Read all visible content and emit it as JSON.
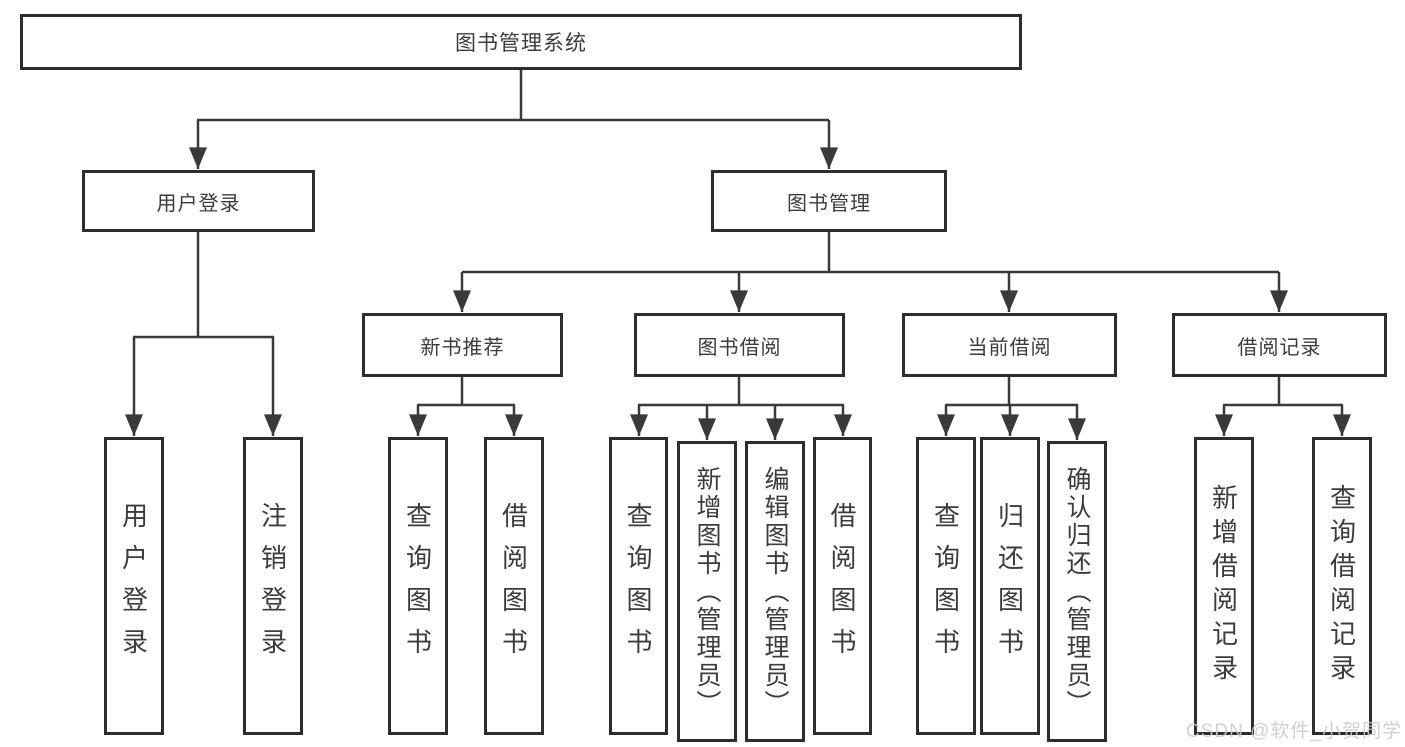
{
  "colors": {
    "line": "#3a3a3a",
    "border": "#2d2d2d",
    "text": "#3c3c3c",
    "watermark": "rgba(203,203,203,0.88)"
  },
  "watermark": "CSDN @软件_小贺同学",
  "tree": {
    "root": {
      "label": "图书管理系统"
    },
    "branches": [
      {
        "label": "用户登录",
        "leaves": [
          {
            "label": "用户登录"
          },
          {
            "label": "注销登录"
          }
        ]
      },
      {
        "label": "图书管理",
        "groups": [
          {
            "label": "新书推荐",
            "leaves": [
              {
                "label": "查询图书"
              },
              {
                "label": "借阅图书"
              }
            ]
          },
          {
            "label": "图书借阅",
            "leaves": [
              {
                "label": "查询图书"
              },
              {
                "label": "新增图书（管理员）"
              },
              {
                "label": "编辑图书（管理员）"
              },
              {
                "label": "借阅图书"
              }
            ]
          },
          {
            "label": "当前借阅",
            "leaves": [
              {
                "label": "查询图书"
              },
              {
                "label": "归还图书"
              },
              {
                "label": "确认归还（管理员）"
              }
            ]
          },
          {
            "label": "借阅记录",
            "leaves": [
              {
                "label": "新增借阅记录"
              },
              {
                "label": "查询借阅记录"
              }
            ]
          }
        ]
      }
    ]
  }
}
